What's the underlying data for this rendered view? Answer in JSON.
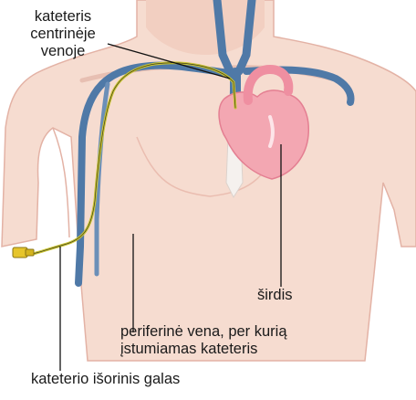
{
  "labels": {
    "central_catheter": [
      "kateteris",
      "centrinėje",
      "venoje"
    ],
    "heart": "širdis",
    "peripheral_vein": [
      "periferinė vena, per kurią",
      "įstumiamas kateteris"
    ],
    "catheter_external_end": "kateterio išorinis galas"
  },
  "colors": {
    "skin": "#f6dcd0",
    "skin_outline": "#e3b2a5",
    "vein": "#4f79a7",
    "vein_dark": "#2f5a8a",
    "heart": "#f3a7b2",
    "heart_outline": "#e47f92",
    "catheter": "#c9c433",
    "connector": "#e6c52b",
    "leader_line": "#111111"
  }
}
